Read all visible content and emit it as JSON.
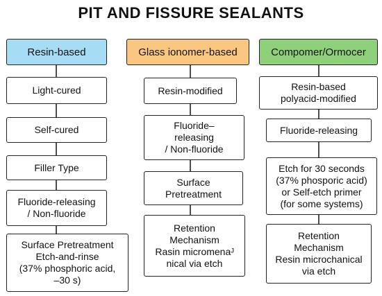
{
  "title": "PIT AND FISSURE SEALANTS",
  "colors": {
    "resin": "#a7dcf5",
    "glass": "#fbc780",
    "compomer": "#8fd07a"
  },
  "columns": [
    {
      "header": "Resin-based",
      "items": [
        "Light-cured",
        "Self-cured",
        "Filler Type",
        "Fluoride-releasing\n/ Non-fluoride",
        "Surface Pretreatment\nEtch-and-rinse\n(37% phosphoric acid,\n–30 s)"
      ]
    },
    {
      "header": "Glass ionomer-based",
      "items": [
        "Resin-modified",
        "Fluoride–\nreleasing\n/ Non-fluoride",
        "Surface\nPretreatment",
        "Retention\nMechanism\nRasin micromenaᴶ\nnical via etch"
      ]
    },
    {
      "header": "Compomer/Ormocer",
      "items": [
        "Resin-based\npolyacid-modified",
        "Fluoride-releasing",
        "Etch for 30 seconds\n(37% phosporic acid)\nor Self-etch primer\n(for some systems)",
        "Retention\nMechanism\nResin microchanical\nvia etch"
      ]
    }
  ]
}
